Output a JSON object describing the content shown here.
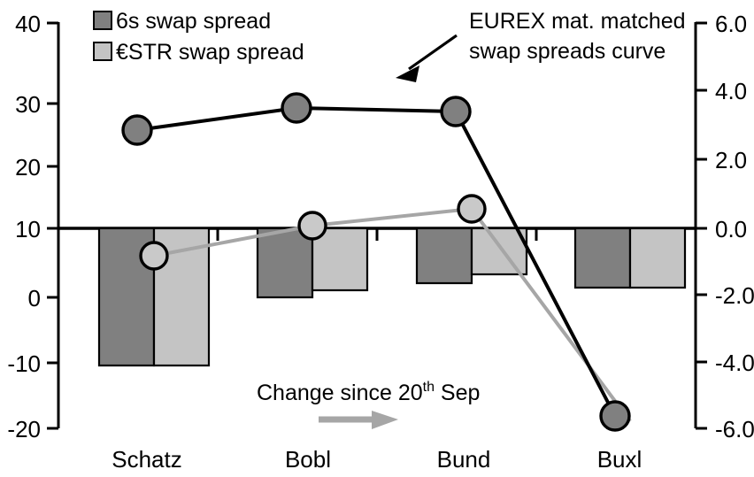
{
  "chart_data": {
    "type": "bar",
    "title": "",
    "xlabel": "",
    "categories": [
      "Schatz",
      "Bobl",
      "Bund",
      "Buxl"
    ],
    "left_axis": {
      "label": "",
      "ticks": [
        "40",
        "30",
        "20",
        "10",
        "0",
        "-10",
        "-20"
      ],
      "tick_values": [
        40,
        30,
        20,
        10,
        0,
        -10,
        -20
      ],
      "ylim": [
        -20,
        40
      ]
    },
    "right_axis": {
      "label": "",
      "ticks": [
        "6.0",
        "4.0",
        "2.0",
        "0.0",
        "-2.0",
        "-4.0",
        "-6.0"
      ],
      "tick_values": [
        6.0,
        4.0,
        2.0,
        0.0,
        -2.0,
        -4.0,
        -6.0
      ],
      "ylim": [
        -6.0,
        6.0
      ]
    },
    "grid": false,
    "legend_position": "top-left",
    "bar_series": [
      {
        "name": "6s swap spread",
        "axis": "right",
        "color": "#808080",
        "values": [
          -4.05,
          -1.95,
          -1.55,
          -1.3
        ]
      },
      {
        "name": "€STR swap spread",
        "axis": "right",
        "color": "#c4c4c4",
        "values": [
          -4.05,
          -1.8,
          -1.33,
          -1.3
        ]
      }
    ],
    "line_series": [
      {
        "name": "EUREX mat. matched swap spreads curve",
        "axis": "left",
        "color": "#000000",
        "marker_fill": "#808080",
        "values": [
          24.5,
          27.9,
          27.3,
          -18.0
        ]
      },
      {
        "name": "Change since 20th Sep",
        "axis": "right",
        "color": "#a6a6a6",
        "marker_fill": "#c9c9c9",
        "values": [
          -0.8,
          0.08,
          0.55,
          -5.6
        ]
      }
    ],
    "annotations": [
      {
        "name": "eurex-callout",
        "line1": "EUREX mat. matched",
        "line2": "swap spreads curve"
      },
      {
        "name": "change-since-note",
        "text_before": "Change since 20",
        "superscript": "th",
        "text_after": " Sep"
      }
    ]
  },
  "legend": {
    "items": [
      {
        "label": "6s swap spread",
        "swatch": "dark-gray-square"
      },
      {
        "label": "€STR swap spread",
        "swatch": "light-gray-square"
      }
    ]
  }
}
